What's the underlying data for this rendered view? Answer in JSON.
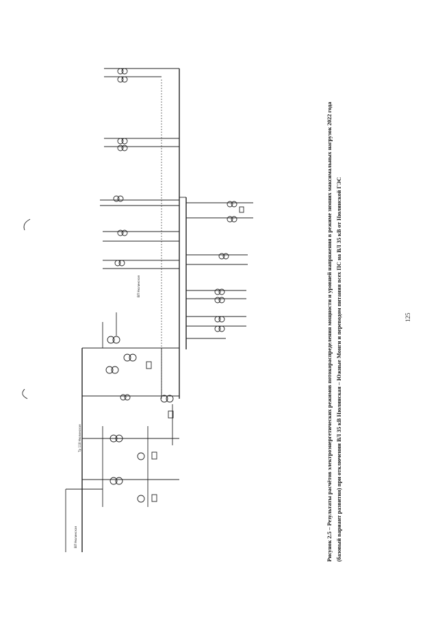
{
  "caption": {
    "line1": "Рисунок 2.5 – Результаты расчётов электроэнергетических режимов потокораспределения мощности и уровней напряжения в режиме зимних максимальных нагрузок 2022 года",
    "line2": "(базовый вариант развития) при отключении ВЛ 35 кВ Нюлинская – Южные Монги и переводом питания всех ПС на ВЛ 35 кВ от Нюлинской ГЭС",
    "line3": ""
  },
  "page_number": "125",
  "diagram": {
    "label_source": "ВЛ Нюлинская",
    "label_bus": "Тр 110 Нюлинская",
    "label_sections": "ВЛ Нюлинская"
  }
}
